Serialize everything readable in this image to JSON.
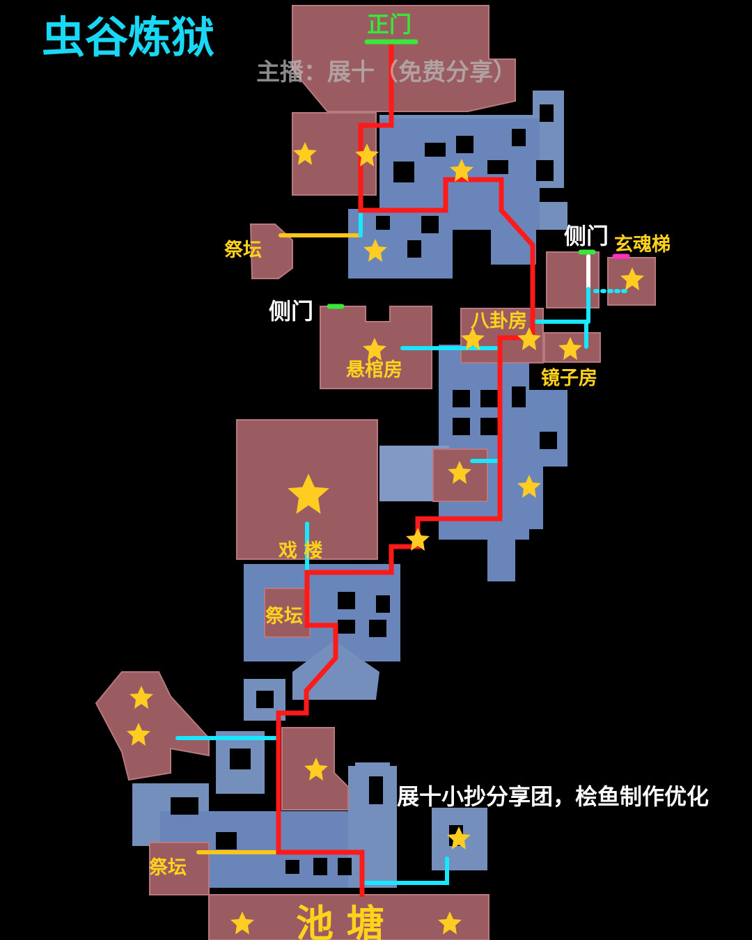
{
  "title": "虫谷炼狱",
  "watermark": "主播：展十（免费分享）",
  "credit": "展十小抄分享团，桧鱼制作优化",
  "labels": {
    "main_gate": "正门",
    "side_gate_right": "侧门",
    "side_gate_left": "侧门",
    "xuanhun_ladder": "玄魂梯",
    "altar_top": "祭坛",
    "bagua_room": "八卦房",
    "mirror_room": "镜子房",
    "hanging_coffin_room": "悬棺房",
    "theater": "戏  楼",
    "altar_mid": "祭坛",
    "altar_bottom": "祭坛",
    "pond": "池  塘"
  },
  "colors": {
    "background": "#000000",
    "room": "#9a5c61",
    "corridor": "#7b97c6",
    "corridor_dark": "#5f79b3",
    "main_route": "#ff1a1a",
    "branch_cyan": "#19e6ff",
    "branch_yellow": "#ffc61a",
    "gate_green": "#39e63a",
    "ladder_magenta": "#ff2fbf",
    "star": "#ffcc22",
    "title": "#19d8f5",
    "label_yellow": "#ffd21e",
    "label_white": "#ffffff"
  },
  "icons": {
    "marker": "star-icon",
    "gate": "gate-bar",
    "route": "route-line"
  }
}
